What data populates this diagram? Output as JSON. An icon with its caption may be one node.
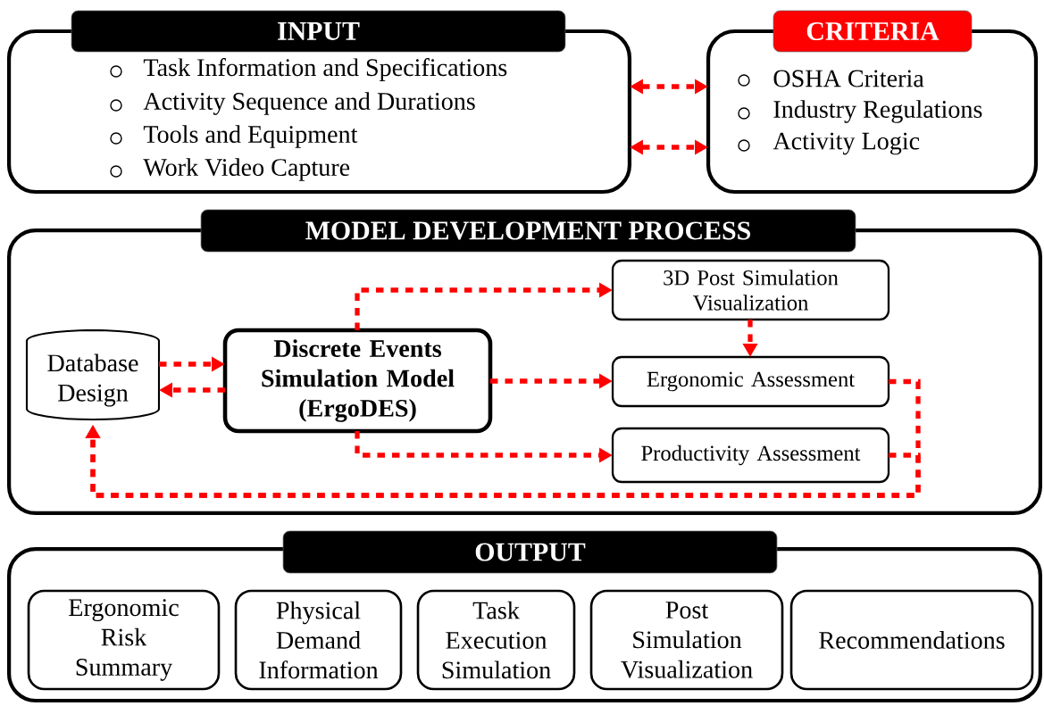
{
  "diagram": {
    "nodes": [
      {
        "text": [
          "INPUT",
          "Task Information and Specifications",
          "Activity Sequence and Durations",
          "Tools and Equipment",
          "Work Video Capture"
        ]
      },
      {
        "text": [
          "CRITERIA",
          "OSHA Criteria",
          "Industry Regulations",
          "Activity Logic"
        ]
      },
      {
        "text": [
          "MODEL DEVELOPMENT PROCESS"
        ]
      },
      {
        "text": [
          "Database Design"
        ],
        "in": 2
      },
      {
        "text": [
          "Discrete Events Simulation Model (ErgoDES)"
        ],
        "in": 2
      },
      {
        "text": [
          "3D Post Simulation Visualization"
        ],
        "in": 2
      },
      {
        "text": [
          "Ergonomic Assessment"
        ],
        "in": 2
      },
      {
        "text": [
          "Productivity Assessment"
        ],
        "in": 2
      },
      {
        "text": [
          "OUTPUT"
        ]
      },
      {
        "text": [
          "Ergonomic Risk Summary"
        ],
        "in": 8
      },
      {
        "text": [
          "Physical Demand Information"
        ],
        "in": 8
      },
      {
        "text": [
          "Task Execution Simulation"
        ],
        "in": 8
      },
      {
        "text": [
          "Post Simulation Visualization"
        ],
        "in": 8
      },
      {
        "text": [
          "Recommendations"
        ],
        "in": 8
      }
    ],
    "edges": [
      {
        "from": 0,
        "to": 1,
        "arrow": "both",
        "style": "dashed"
      },
      {
        "from": 0,
        "to": 1,
        "arrow": "both",
        "style": "dashed"
      },
      {
        "from": 3,
        "to": 4,
        "arrow": "to",
        "style": "dashed"
      },
      {
        "from": 4,
        "to": 3,
        "arrow": "to",
        "style": "dashed"
      },
      {
        "from": 4,
        "to": 5,
        "arrow": "to",
        "style": "dashed"
      },
      {
        "from": 4,
        "to": 6,
        "arrow": "to",
        "style": "dashed"
      },
      {
        "from": 4,
        "to": 7,
        "arrow": "to",
        "style": "dashed"
      },
      {
        "from": 5,
        "to": 6,
        "arrow": "to",
        "style": "dashed"
      },
      {
        "from": 6,
        "to": 3,
        "arrow": "to",
        "style": "dashed"
      },
      {
        "from": 7,
        "to": 3,
        "arrow": "to",
        "style": "dashed"
      }
    ]
  }
}
